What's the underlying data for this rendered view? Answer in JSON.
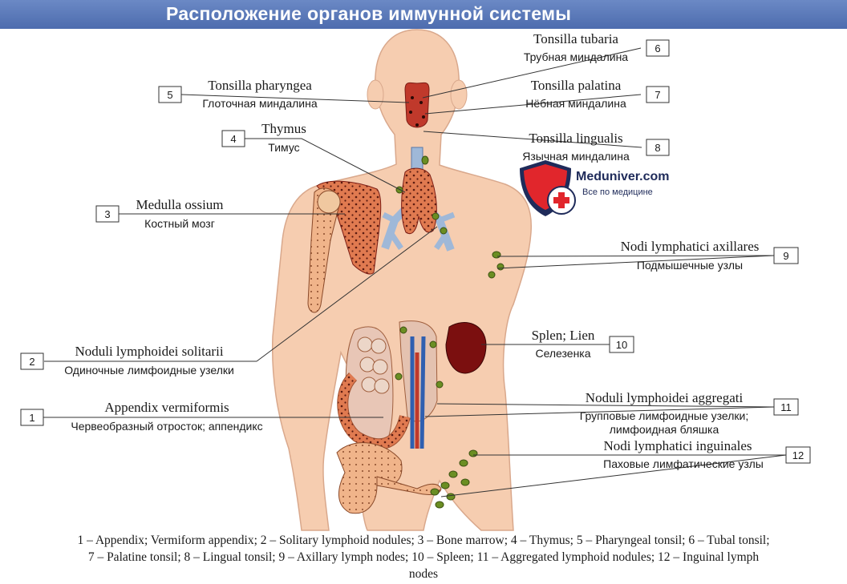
{
  "title": "Расположение органов иммунной системы",
  "brand": {
    "name": "Meduniver.com",
    "tagline": "Все по медицине",
    "icon": "shield-cross-icon",
    "accent": "#1f2b5a",
    "cross_color": "#e1262c"
  },
  "colors": {
    "title_bar": "#5a78b9",
    "skin": "#f6cdb0",
    "organ": "#c0392b",
    "lymph_node": "#6b8e23",
    "bronchi": "#9fb8d8"
  },
  "labels": [
    {
      "num": "1",
      "latin": "Appendix vermiformis",
      "russian": "Червеобразный отросток; аппендикс"
    },
    {
      "num": "2",
      "latin": "Noduli lymphoidei solitarii",
      "russian": "Одиночные лимфоидные узелки"
    },
    {
      "num": "3",
      "latin": "Medulla ossium",
      "russian": "Костный мозг"
    },
    {
      "num": "4",
      "latin": "Thymus",
      "russian": "Тимус"
    },
    {
      "num": "5",
      "latin": "Tonsilla pharyngea",
      "russian": "Глоточная миндалина"
    },
    {
      "num": "6",
      "latin": "Tonsilla tubaria",
      "russian": "Трубная миндалина"
    },
    {
      "num": "7",
      "latin": "Tonsilla palatina",
      "russian": "Нёбная миндалина"
    },
    {
      "num": "8",
      "latin": "Tonsilla lingualis",
      "russian": "Язычная миндалина"
    },
    {
      "num": "9",
      "latin": "Nodi lymphatici axillares",
      "russian": "Подмышечные узлы"
    },
    {
      "num": "10",
      "latin": "Splen; Lien",
      "russian": "Селезенка"
    },
    {
      "num": "11",
      "latin": "Noduli lymphoidei aggregati",
      "russian": "Групповые лимфоидные узелки;",
      "russian2": "лимфоидная бляшка"
    },
    {
      "num": "12",
      "latin": "Nodi lymphatici inguinales",
      "russian": "Паховые лимфатические узлы"
    }
  ],
  "caption": {
    "line1": "1 – Appendix; Vermiform appendix; 2 – Solitary lymphoid nodules; 3 – Bone marrow; 4 – Thymus; 5 – Pharyngeal tonsil; 6 – Tubal tonsil;",
    "line2": "7 – Palatine tonsil; 8 – Lingual tonsil; 9 – Axillary lymph nodes; 10 – Spleen; 11 – Aggregated lymphoid nodules; 12 – Inguinal lymph",
    "line3": "nodes"
  }
}
